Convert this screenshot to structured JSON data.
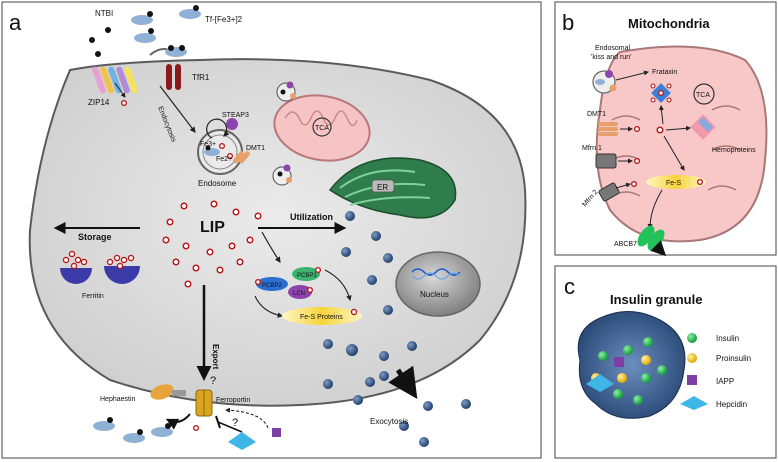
{
  "colors": {
    "cell_fill": "#dcdcdc",
    "cell_stroke": "#555555",
    "mito_fill": "#f8c8c8",
    "mito_stroke": "#b08080",
    "er_green": "#2f7d4c",
    "nucleus_gray": "#9a9a9a",
    "iron_red": "#d62020",
    "transferrin_blue": "#8fb1d6",
    "ferritin_blue": "#3a3aa8",
    "fes_yellow": "#f7d33a",
    "pcbp_blue": "#2b6fd1",
    "pcbp_green": "#3cb371",
    "lcn_purple": "#8e44ad",
    "hephaestin_orange": "#e8a33b",
    "ferroportin_yellow": "#d9a41f",
    "insulin_green": "#22b04a",
    "proinsulin_yellow": "#f4c20d",
    "iapp_purple": "#7b3fa6",
    "hepcidin_cyan": "#3fb6e8",
    "granule_navy": "#2a4a7a"
  },
  "panels": {
    "a": {
      "letter": "a",
      "labels": {
        "ntbi": "NTBI",
        "tf_fe": "Tf-[Fe3+]2",
        "zip14": "ZIP14",
        "tfr1": "TfR1",
        "endocytosis": "Endocytosis",
        "steap3": "STEAP3",
        "fe3": "Fe3+",
        "fe2": "Fe2+",
        "dmt1": "DMT1",
        "endosome": "Endosome",
        "tca": "TCA",
        "er": "ER",
        "lip": "LIP",
        "storage": "Storage",
        "utilization": "Utilization",
        "ferritin": "Ferritin",
        "pcbp1": "PCBP1",
        "pcbp2": "PCBP2",
        "lcn": "LCN",
        "fes_proteins": "Fe-S Proteins",
        "nucleus": "Nucleus",
        "export": "Export",
        "question1": "?",
        "question2": "?",
        "hephaestin": "Hephaestin",
        "ferroportin": "Ferroportin",
        "exocytosis": "Exocytosis"
      }
    },
    "b": {
      "letter": "b",
      "title": "Mitochondria",
      "labels": {
        "endosomal": "Endosomal",
        "kiss_and_run": "'kiss and run'",
        "frataxin": "Frataxin",
        "tca": "TCA",
        "dmt1": "DMT1",
        "mfrn1": "Mfrn 1",
        "hemoproteins": "Hemoproteins",
        "fes": "Fe-S",
        "mfrn2": "Mfrn 2",
        "abcb7": "ABCB7"
      }
    },
    "c": {
      "letter": "c",
      "title": "Insulin granule",
      "legend": [
        {
          "label": "Insulin",
          "symbol": "green-sphere"
        },
        {
          "label": "Proinsulin",
          "symbol": "yellow-sphere"
        },
        {
          "label": "IAPP",
          "symbol": "purple-cube"
        },
        {
          "label": "Hepcidin",
          "symbol": "cyan-diamond"
        }
      ]
    }
  }
}
